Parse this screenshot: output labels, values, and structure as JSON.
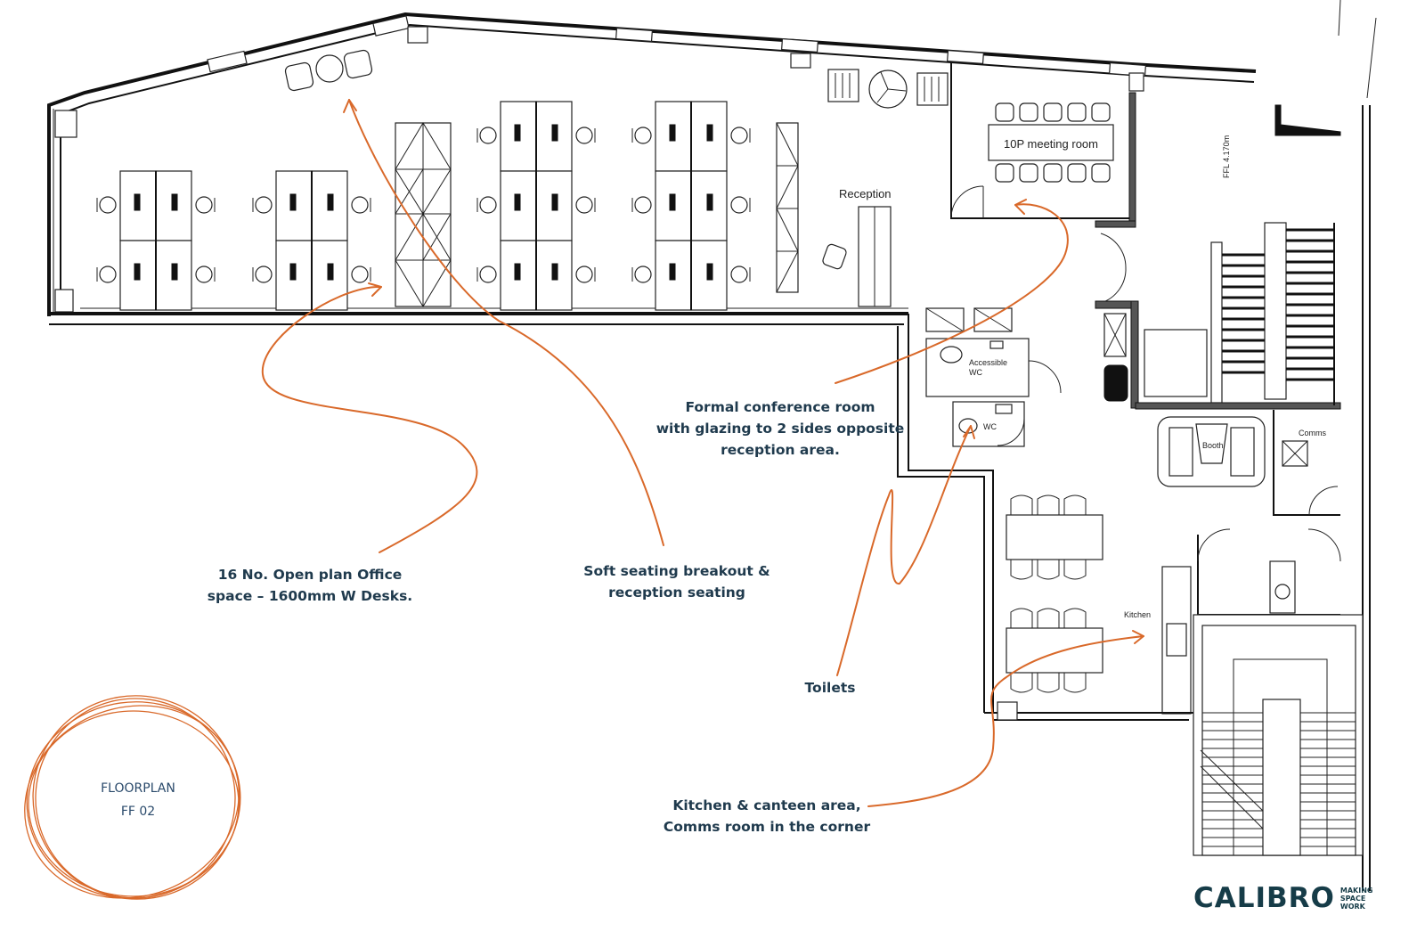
{
  "drawing": {
    "type": "architectural floor plan",
    "accent_color": "#d9692a",
    "text_color": "#1f3a4d"
  },
  "room_labels": {
    "meeting_room": "10P meeting room",
    "reception": "Reception",
    "accessible_wc_line1": "Accessible",
    "accessible_wc_line2": "WC",
    "wc": "WC",
    "booth": "Booth",
    "comms": "Comms",
    "kitchen": "Kitchen",
    "ffl": "FFL 4.170m"
  },
  "annotations": [
    {
      "id": "open-plan",
      "lines": [
        "16 No. Open plan Office",
        "space – 1600mm W Desks."
      ]
    },
    {
      "id": "breakout",
      "lines": [
        "Soft seating breakout &",
        "reception seating"
      ]
    },
    {
      "id": "conference",
      "lines": [
        "Formal conference room",
        "with glazing to 2 sides opposite",
        "reception area."
      ]
    },
    {
      "id": "toilets",
      "lines": [
        "Toilets"
      ]
    },
    {
      "id": "kitchen",
      "lines": [
        "Kitchen & canteen area,",
        "Comms room in the corner"
      ]
    }
  ],
  "floorplan_badge": {
    "line1": "FLOORPLAN",
    "line2": "FF 02"
  },
  "logo": {
    "wordmark": "CALIBRO",
    "tagline": [
      "MAKING",
      "SPACE",
      "WORK"
    ]
  }
}
